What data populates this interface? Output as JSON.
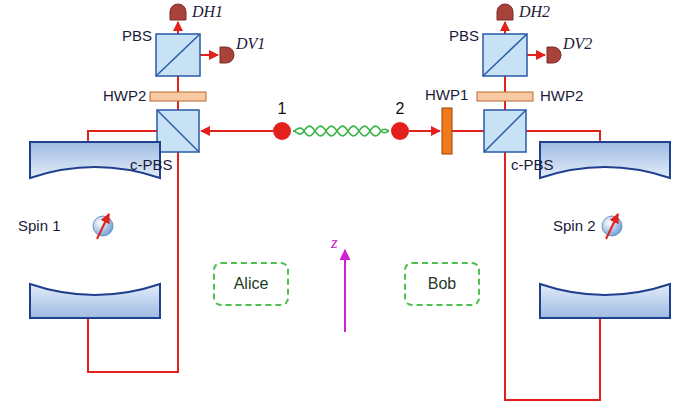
{
  "diagram": {
    "nodes": [
      {
        "text": [
          "1"
        ]
      },
      {
        "text": [
          "2"
        ]
      },
      {
        "text": [
          "Alice"
        ]
      },
      {
        "text": [
          "Bob"
        ]
      }
    ],
    "edges": [
      {
        "from": 0,
        "to": 1,
        "arrow": "none"
      }
    ],
    "labels": [
      "DH1",
      "DH2",
      "PBS",
      "DV1",
      "PBS",
      "DV2",
      "HWP2",
      "HWP2",
      "HWP1",
      "c-PBS",
      "c-PBS",
      "z",
      "Spin 1",
      "Spin 2"
    ]
  }
}
